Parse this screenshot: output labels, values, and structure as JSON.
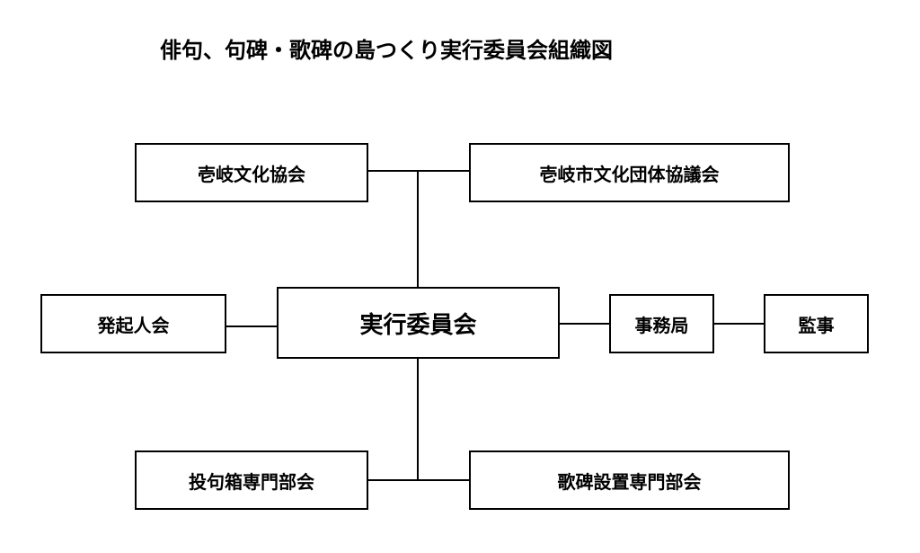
{
  "title": "俳句、句碑・歌碑の島つくり実行委員会組織図",
  "nodes": {
    "bunka_kyokai": "壱岐文化協会",
    "bunka_dantai": "壱岐市文化団体協議会",
    "hokinin": "発起人会",
    "jikko": "実行委員会",
    "jimukyoku": "事務局",
    "kanji": "監事",
    "toku_bukai": "投句箱専門部会",
    "kahi_bukai": "歌碑設置専門部会"
  }
}
